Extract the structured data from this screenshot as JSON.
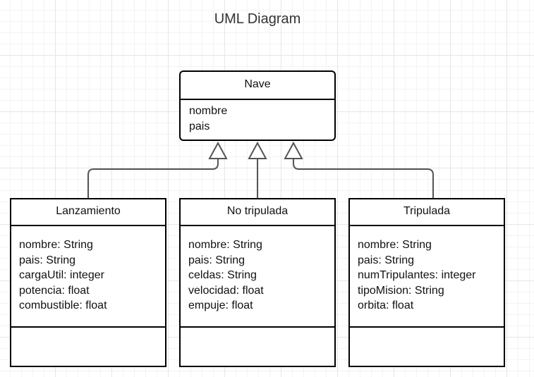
{
  "title": "UML Diagram",
  "classes": {
    "nave": {
      "name": "Nave",
      "attributes": [
        "nombre",
        "pais"
      ]
    },
    "lanzamiento": {
      "name": "Lanzamiento",
      "attributes": [
        "nombre: String",
        "pais: String",
        "cargaUtil: integer",
        "potencia: float",
        "combustible: float"
      ]
    },
    "no_tripulada": {
      "name": "No tripulada",
      "attributes": [
        "nombre: String",
        "pais: String",
        "celdas: String",
        "velocidad: float",
        "empuje: float"
      ]
    },
    "tripulada": {
      "name": "Tripulada",
      "attributes": [
        "nombre: String",
        "pais: String",
        "numTripulantes: integer",
        "tipoMision: String",
        "orbita: float"
      ]
    }
  },
  "relations": [
    {
      "type": "generalization",
      "from": "Lanzamiento",
      "to": "Nave"
    },
    {
      "type": "generalization",
      "from": "No tripulada",
      "to": "Nave"
    },
    {
      "type": "generalization",
      "from": "Tripulada",
      "to": "Nave"
    }
  ]
}
